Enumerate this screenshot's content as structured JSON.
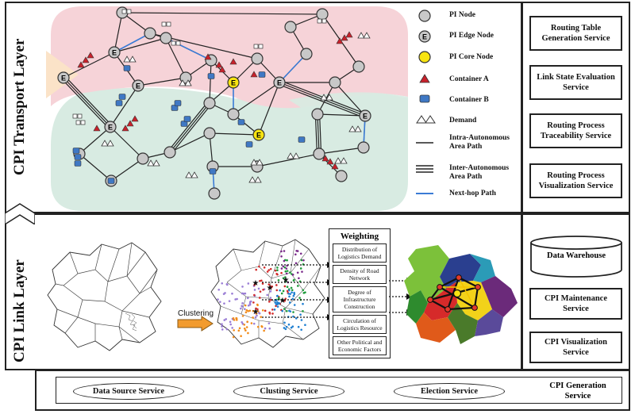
{
  "layers": {
    "transport": "CPI Transport Layer",
    "link": "CPI Link Layer"
  },
  "transport_services": [
    "Routing Table Generation Service",
    "Link State Evaluation Service",
    "Routing Process Traceability Service",
    "Routing Process Visualization Service"
  ],
  "link_services": {
    "data_warehouse": "Data Warehouse",
    "maintenance": "CPI Maintenance Service",
    "visualization": "CPI Visualization Service"
  },
  "legend": {
    "pi_node": "PI Node",
    "pi_edge_node": "PI Edge Node",
    "pi_core_node": "PI Core Node",
    "container_a": "Container A",
    "container_b": "Container B",
    "demand": "Demand",
    "intra_path": "Intra-Autonomous Area Path",
    "inter_path": "Inter-Autonomous Area Path",
    "next_hop": "Next-hop Path"
  },
  "node_labels": {
    "edge": "E",
    "core": "E"
  },
  "clustering_label": "Clustering",
  "weighting": {
    "title": "Weighting",
    "items": [
      "Distribution of Logistics Demand",
      "Density of Road Network",
      "Degree of Infrastructure Construction",
      "Circulation of Logistics Resource",
      "Other Political and Economic Factors"
    ]
  },
  "generation_services": [
    "Data Source Service",
    "Clusting Service",
    "Election Service"
  ],
  "generation_label": "CPI Generation Service",
  "colors": {
    "pink_area": "#f6d3d8",
    "green_area": "#d8ebe2",
    "orange_area": "#fbe3c8",
    "node_gray": "#c8c8c8",
    "core_yellow": "#f8e410",
    "container_red": "#c8212b",
    "container_blue": "#3f78c4",
    "next_hop": "#3a7bd5"
  }
}
